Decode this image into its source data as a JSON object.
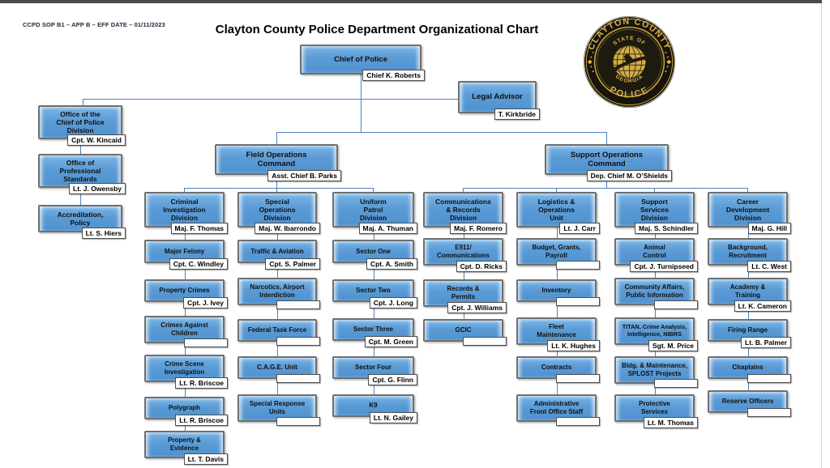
{
  "page": {
    "top_left_note": "CCPD SOP B1 – APP B – EFF DATE – 01/11/2023",
    "title": "Clayton County Police Department Organizational Chart"
  },
  "badge": {
    "outer_top": "CLAYTON COUNTY",
    "outer_bottom": "POLICE",
    "inner_top": "STATE OF",
    "inner_bottom": "GEORGIA"
  },
  "colors": {
    "box_blue": "#5b9bd5",
    "box_border_gray": "#6f6f6f",
    "connector_blue": "#4f81bd",
    "badge_gold": "#d4ad49",
    "badge_black": "#17140d"
  },
  "org": {
    "chief": {
      "title": "Chief of Police",
      "name": "Chief K. Roberts"
    },
    "legal": {
      "title": "Legal Advisor",
      "name": "T. Kirkbride"
    },
    "left_column": [
      {
        "title": "Office of the\nChief of Police\nDivision",
        "name": "Cpt. W. Kincaid"
      },
      {
        "title": "Office of\nProfessional\nStandards",
        "name": "Lt. J. Owensby"
      },
      {
        "title": "Accreditation,\nPolicy",
        "name": "Lt. S. Hiers"
      }
    ],
    "commands": [
      {
        "title": "Field Operations\nCommand",
        "name": "Asst. Chief B. Parks"
      },
      {
        "title": "Support Operations\nCommand",
        "name": "Dep. Chief M. O’Shields"
      }
    ],
    "columns": [
      {
        "header": {
          "title": "Criminal\nInvestigation\nDivision",
          "name": "Maj. F. Thomas"
        },
        "children": [
          {
            "title": "Major Felony",
            "name": "Cpt. C. Windley"
          },
          {
            "title": "Property Crimes",
            "name": "Cpt. J. Ivey"
          },
          {
            "title": "Crimes Against\nChildren",
            "name": ""
          },
          {
            "title": "Crime Scene\nInvestigation",
            "name": "Lt. R. Briscoe"
          },
          {
            "title": "Polygraph",
            "name": "Lt. R. Briscoe"
          },
          {
            "title": "Property &\nEvidence",
            "name": "Lt. T. Davis"
          }
        ]
      },
      {
        "header": {
          "title": "Special\nOperations\nDivision",
          "name": "Maj. W. Ibarrondo"
        },
        "children": [
          {
            "title": "Traffic & Aviation",
            "name": "Cpt. S. Palmer"
          },
          {
            "title": "Narcotics, Airport\nInterdiction",
            "name": ""
          },
          {
            "title": "Federal Task Force",
            "name": ""
          },
          {
            "title": "C.A.G.E. Unit",
            "name": ""
          },
          {
            "title": "Special Response\nUnits",
            "name": ""
          }
        ]
      },
      {
        "header": {
          "title": "Uniform\nPatrol\nDivision",
          "name": "Maj. A. Thuman"
        },
        "children": [
          {
            "title": "Sector One",
            "name": "Cpt. A. Smith"
          },
          {
            "title": "Sector Two",
            "name": "Cpt. J. Long"
          },
          {
            "title": "Sector Three",
            "name": "Cpt. M. Green"
          },
          {
            "title": "Sector Four",
            "name": "Cpt. G. Flinn"
          },
          {
            "title": "K9",
            "name": "Lt. N. Gailey"
          }
        ]
      },
      {
        "header": {
          "title": "Communications\n& Records\nDivision",
          "name": "Maj. F. Romero"
        },
        "children": [
          {
            "title": "E911/\nCommunications",
            "name": "Cpt. D. Ricks"
          },
          {
            "title": "Records &\nPermits",
            "name": "Cpt. J. Williams"
          },
          {
            "title": "GCIC",
            "name": ""
          }
        ]
      },
      {
        "header": {
          "title": "Logistics &\nOperations\nUnit",
          "name": "Lt. J. Carr"
        },
        "children": [
          {
            "title": "Budget, Grants,\nPayroll",
            "name": ""
          },
          {
            "title": "Inventory",
            "name": ""
          },
          {
            "title": "Fleet\nMaintenance",
            "name": "Lt. K. Hughes"
          },
          {
            "title": "Contracts",
            "name": ""
          },
          {
            "title": "Administrative\nFront Office Staff",
            "name": ""
          }
        ]
      },
      {
        "header": {
          "title": "Support\nServices\nDivision",
          "name": "Maj. S. Schindler"
        },
        "children": [
          {
            "title": "Animal\nControl",
            "name": "Cpt. J. Turnipseed"
          },
          {
            "title": "Community Affairs,\nPublic Information",
            "name": ""
          },
          {
            "title": "TITAN, Crime Analysis,\nIntelligence, NIBRS",
            "name": "Sgt. M. Price"
          },
          {
            "title": "Bldg. & Maintenance,\nSPLOST Projects",
            "name": ""
          },
          {
            "title": "Protective\nServices",
            "name": "Lt. M. Thomas"
          }
        ]
      },
      {
        "header": {
          "title": "Career\nDevelopment\nDivision",
          "name": "Maj. G. Hill"
        },
        "children": [
          {
            "title": "Background,\nRecruitment",
            "name": "Lt. C. West"
          },
          {
            "title": "Academy &\nTraining",
            "name": "Lt. K. Cameron"
          },
          {
            "title": "Firing Range",
            "name": "Lt. B. Palmer"
          },
          {
            "title": "Chaplains",
            "name": ""
          },
          {
            "title": "Reserve Officers",
            "name": ""
          }
        ]
      }
    ]
  }
}
